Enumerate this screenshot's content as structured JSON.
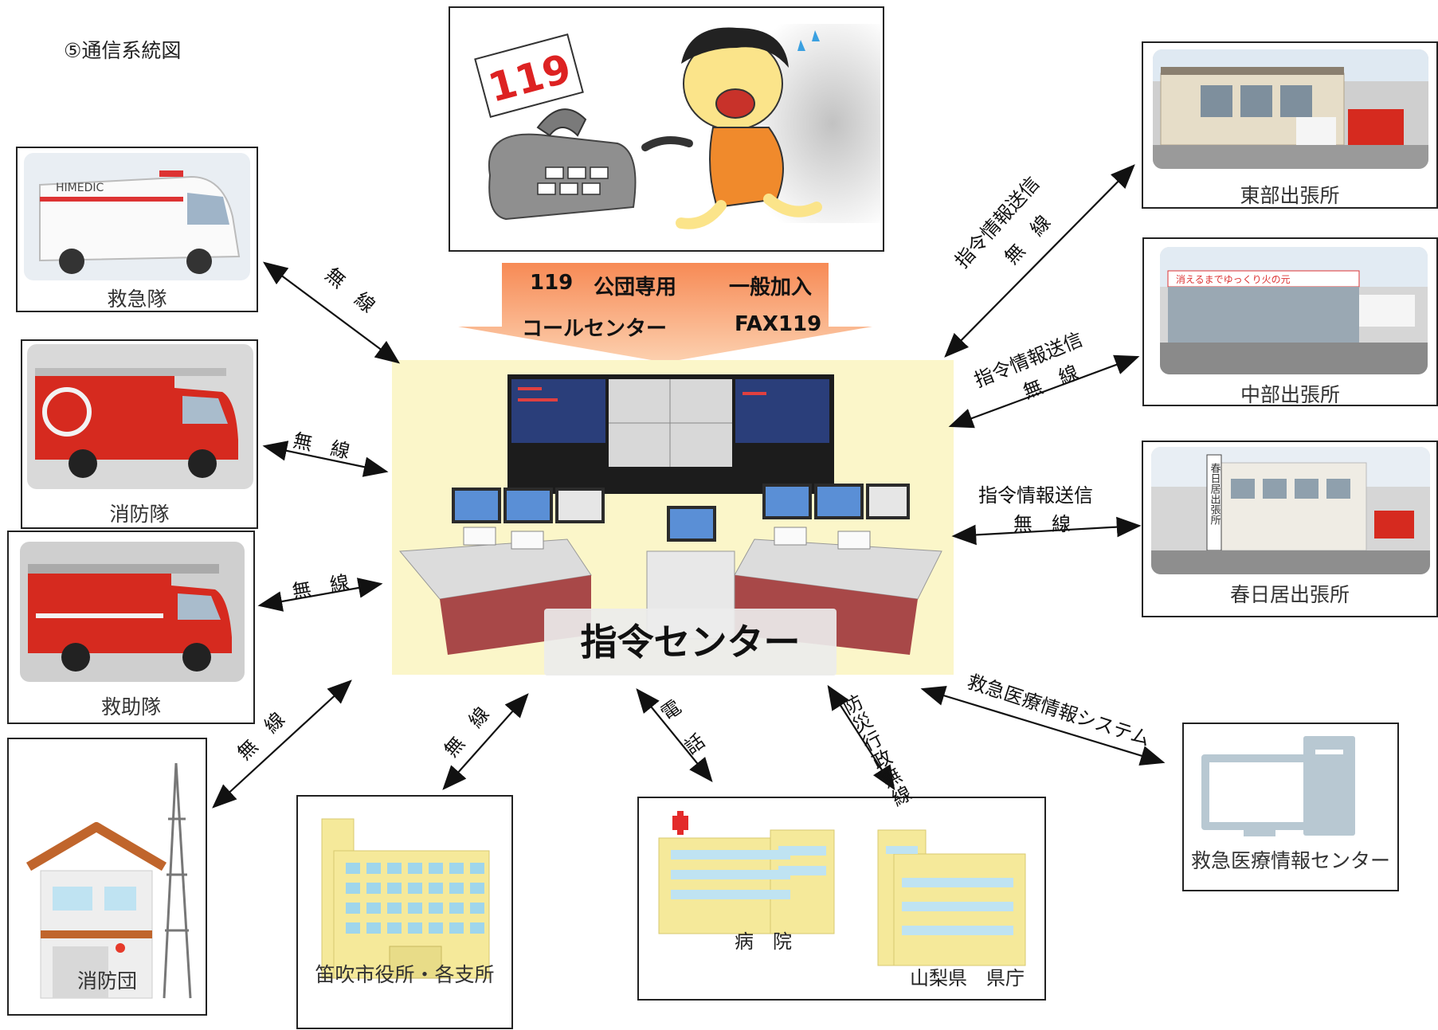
{
  "title": "⑤通信系統図",
  "banner": {
    "items": [
      "119",
      "公団専用",
      "一般加入",
      "コールセンター",
      "FAX119"
    ]
  },
  "center": {
    "label": "指令センター"
  },
  "nodes": {
    "ambulance": "救急隊",
    "fire_team": "消防隊",
    "rescue": "救助隊",
    "volunteer": "消防団",
    "city_office": "笛吹市役所・各支所",
    "hospital": "病　院",
    "prefecture": "山梨県　県庁",
    "medical_center": "救急医療情報センター",
    "east_branch": "東部出張所",
    "central_branch": "中部出張所",
    "kasugai_branch": "春日居出張所"
  },
  "links": {
    "musen": "無　線",
    "shirei": "指令情報送信",
    "denwa": "電　話",
    "bousai": "防災行政無線",
    "kyukyu_system": "救急医療情報システム"
  },
  "image_text": {
    "number_119": "119",
    "ambulance_body": "HIMEDIC",
    "station_banner": "消えるまでゆっくり火の元",
    "station_sign": "春日居出張所"
  },
  "colors": {
    "banner_arrow": "#f79a6b",
    "center_bg": "#fbf6c9",
    "fire_red": "#d62a1f",
    "building_yellow": "#f5e99a"
  }
}
